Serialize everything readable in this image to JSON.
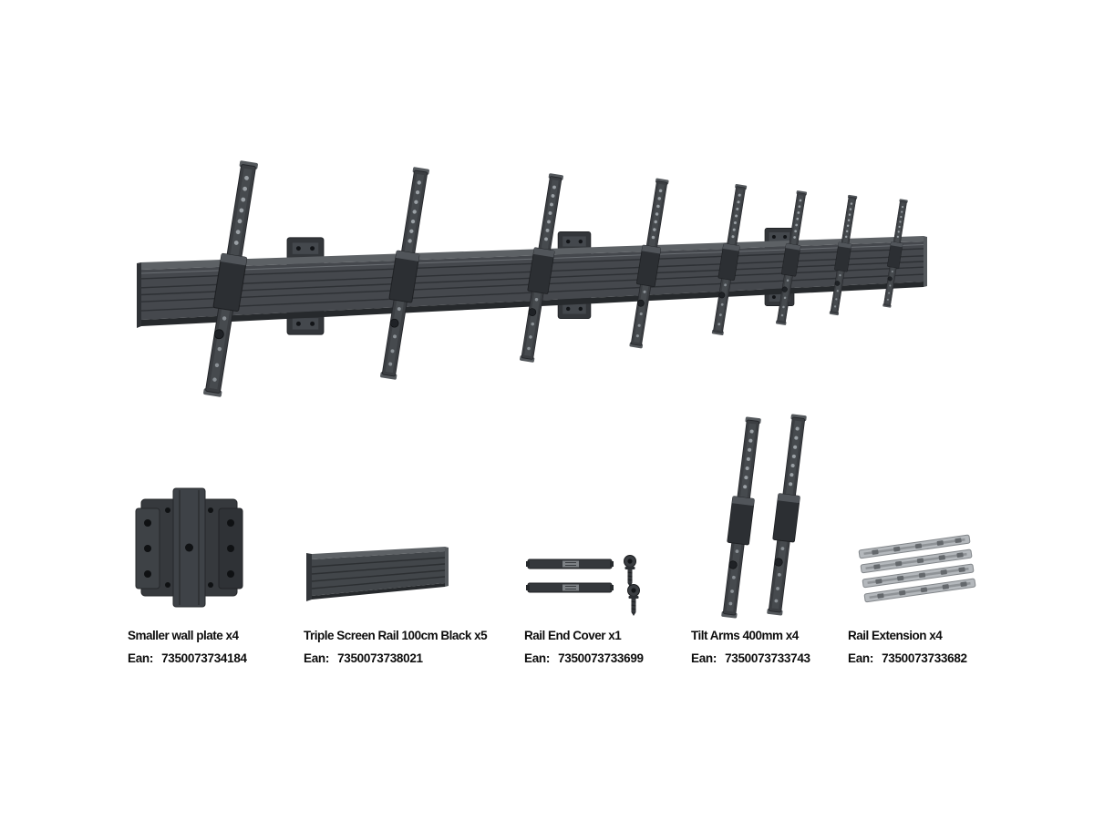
{
  "page": {
    "background": "#ffffff"
  },
  "hero": {
    "name": "assembled-triple-screen-rail-with-tilt-arms"
  },
  "parts": [
    {
      "id": "smaller-wall-plate",
      "label": "Smaller wall plate x4",
      "ean_prefix": "Ean:",
      "ean": "7350073734184"
    },
    {
      "id": "triple-screen-rail",
      "label": "Triple Screen Rail 100cm Black x5",
      "ean_prefix": "Ean:",
      "ean": "7350073738021"
    },
    {
      "id": "rail-end-cover",
      "label": "Rail End Cover x1",
      "ean_prefix": "Ean:",
      "ean": "7350073733699"
    },
    {
      "id": "tilt-arms",
      "label": "Tilt Arms 400mm x4",
      "ean_prefix": "Ean:",
      "ean": "7350073733743"
    },
    {
      "id": "rail-extension",
      "label": "Rail Extension x4",
      "ean_prefix": "Ean:",
      "ean": "7350073733682"
    }
  ],
  "colors": {
    "product_dark": "#3a3d41",
    "product_face": "#45484d",
    "metal_light": "#b4b8bc",
    "text": "#0d0d0d",
    "background": "#ffffff"
  }
}
